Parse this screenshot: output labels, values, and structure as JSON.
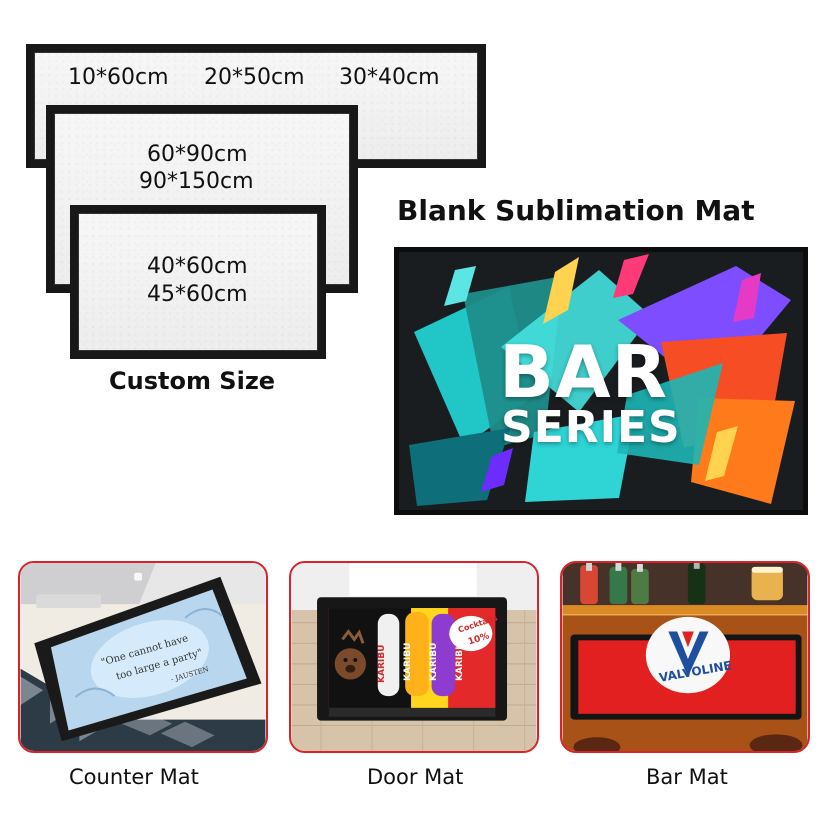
{
  "sizes": {
    "row1": [
      "10*60cm",
      "20*50cm",
      "30*40cm"
    ],
    "row2": [
      "60*90cm",
      "90*150cm"
    ],
    "row3": [
      "40*60cm",
      "45*60cm"
    ],
    "label": "Custom Size"
  },
  "headline": "Blank Sublimation Mat",
  "feature_mat": {
    "line1": "BAR",
    "line2": "SERIES"
  },
  "products": [
    {
      "caption": "Counter Mat",
      "mat_text": [
        "\"One cannot have",
        "too large a party\"",
        "- JAUSTEN"
      ]
    },
    {
      "caption": "Door Mat",
      "mat_text": [
        "KARIBU",
        "KARIBU",
        "KARIBU",
        "KARIBU",
        "Cocktails",
        "10%"
      ]
    },
    {
      "caption": "Bar Mat",
      "mat_text": [
        "VALVOLINE"
      ]
    }
  ],
  "colors": {
    "photo_border": "#d8232a",
    "mat_border": "#181818",
    "accent_teal": "#20c7c6",
    "accent_orange": "#ff5b1f",
    "accent_purple": "#7d4dff"
  }
}
